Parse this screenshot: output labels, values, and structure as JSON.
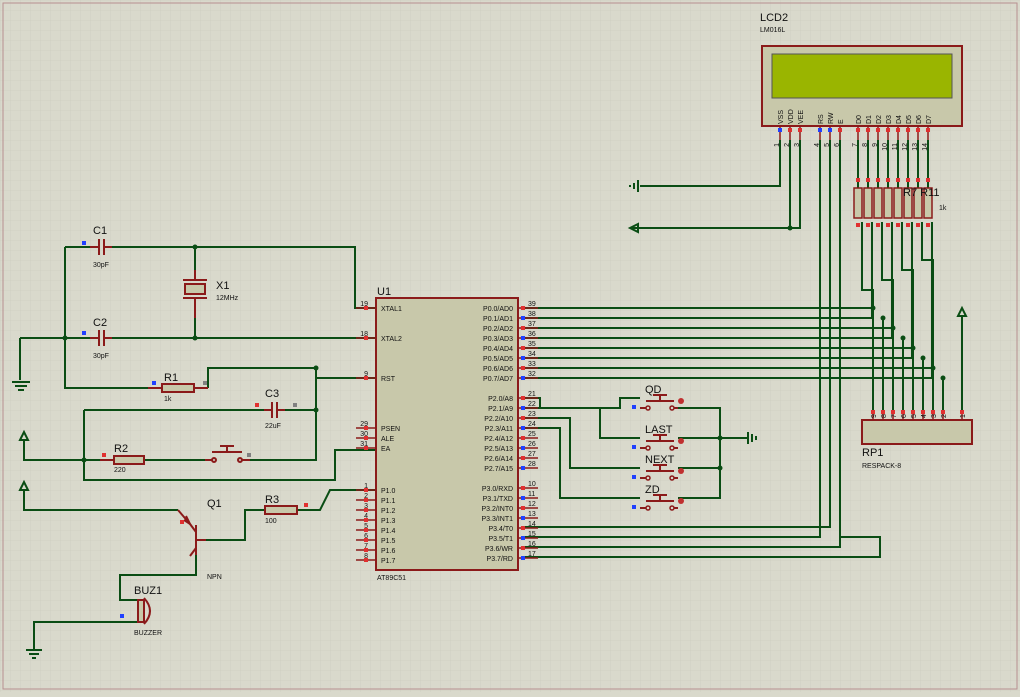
{
  "colors": {
    "background": "#d9d9cc",
    "grid": "#c4c4b4",
    "wire": "#0a4d14",
    "component": "#8b1a1a",
    "chip_fill": "#c8c8aa",
    "lcd_screen": "#9ab500",
    "pin_red": "#e03030",
    "pin_blue": "#2040ff",
    "pin_gray": "#808080"
  },
  "lcd": {
    "ref": "LCD2",
    "model": "LM016L",
    "pins": [
      {
        "name": "VSS",
        "num": "1"
      },
      {
        "name": "VDD",
        "num": "2"
      },
      {
        "name": "VEE",
        "num": "3"
      },
      {
        "name": "RS",
        "num": "4"
      },
      {
        "name": "RW",
        "num": "5"
      },
      {
        "name": "E",
        "num": "6"
      },
      {
        "name": "D0",
        "num": "7"
      },
      {
        "name": "D1",
        "num": "8"
      },
      {
        "name": "D2",
        "num": "9"
      },
      {
        "name": "D3",
        "num": "10"
      },
      {
        "name": "D4",
        "num": "11"
      },
      {
        "name": "D5",
        "num": "12"
      },
      {
        "name": "D6",
        "num": "13"
      },
      {
        "name": "D7",
        "num": "14"
      }
    ]
  },
  "mcu": {
    "ref": "U1",
    "model": "AT89C51",
    "left_pins": [
      {
        "name": "XTAL1",
        "num": "19"
      },
      {
        "name": "XTAL2",
        "num": "18"
      },
      {
        "name": "RST",
        "num": "9"
      },
      {
        "name": "PSEN",
        "num": "29"
      },
      {
        "name": "ALE",
        "num": "30"
      },
      {
        "name": "EA",
        "num": "31"
      },
      {
        "name": "P1.0",
        "num": "1"
      },
      {
        "name": "P1.1",
        "num": "2"
      },
      {
        "name": "P1.2",
        "num": "3"
      },
      {
        "name": "P1.3",
        "num": "4"
      },
      {
        "name": "P1.4",
        "num": "5"
      },
      {
        "name": "P1.5",
        "num": "6"
      },
      {
        "name": "P1.6",
        "num": "7"
      },
      {
        "name": "P1.7",
        "num": "8"
      }
    ],
    "right_pins": [
      {
        "name": "P0.0/AD0",
        "num": "39"
      },
      {
        "name": "P0.1/AD1",
        "num": "38"
      },
      {
        "name": "P0.2/AD2",
        "num": "37"
      },
      {
        "name": "P0.3/AD3",
        "num": "36"
      },
      {
        "name": "P0.4/AD4",
        "num": "35"
      },
      {
        "name": "P0.5/AD5",
        "num": "34"
      },
      {
        "name": "P0.6/AD6",
        "num": "33"
      },
      {
        "name": "P0.7/AD7",
        "num": "32"
      },
      {
        "name": "P2.0/A8",
        "num": "21"
      },
      {
        "name": "P2.1/A9",
        "num": "22"
      },
      {
        "name": "P2.2/A10",
        "num": "23"
      },
      {
        "name": "P2.3/A11",
        "num": "24"
      },
      {
        "name": "P2.4/A12",
        "num": "25"
      },
      {
        "name": "P2.5/A13",
        "num": "26"
      },
      {
        "name": "P2.6/A14",
        "num": "27"
      },
      {
        "name": "P2.7/A15",
        "num": "28"
      },
      {
        "name": "P3.0/RXD",
        "num": "10"
      },
      {
        "name": "P3.1/TXD",
        "num": "11"
      },
      {
        "name": "P3.2/INT0",
        "num": "12"
      },
      {
        "name": "P3.3/INT1",
        "num": "13"
      },
      {
        "name": "P3.4/T0",
        "num": "14"
      },
      {
        "name": "P3.5/T1",
        "num": "15"
      },
      {
        "name": "P3.6/WR",
        "num": "16"
      },
      {
        "name": "P3.7/RD",
        "num": "17"
      }
    ]
  },
  "components": {
    "c1": {
      "ref": "C1",
      "value": "30pF"
    },
    "c2": {
      "ref": "C2",
      "value": "30pF"
    },
    "c3": {
      "ref": "C3",
      "value": "22uF"
    },
    "x1": {
      "ref": "X1",
      "value": "12MHz"
    },
    "r1": {
      "ref": "R1",
      "value": "1k"
    },
    "r2": {
      "ref": "R2",
      "value": "220"
    },
    "r3": {
      "ref": "R3",
      "value": "100"
    },
    "q1": {
      "ref": "Q1",
      "value": "NPN"
    },
    "buz1": {
      "ref": "BUZ1",
      "value": "BUZZER"
    },
    "rp1": {
      "ref": "RP1",
      "value": "RESPACK-8"
    },
    "rarray_label": "R7 R11",
    "rarray_value": "1k"
  },
  "buttons": [
    {
      "label": "QD"
    },
    {
      "label": "LAST"
    },
    {
      "label": "NEXT"
    },
    {
      "label": "ZD"
    }
  ]
}
